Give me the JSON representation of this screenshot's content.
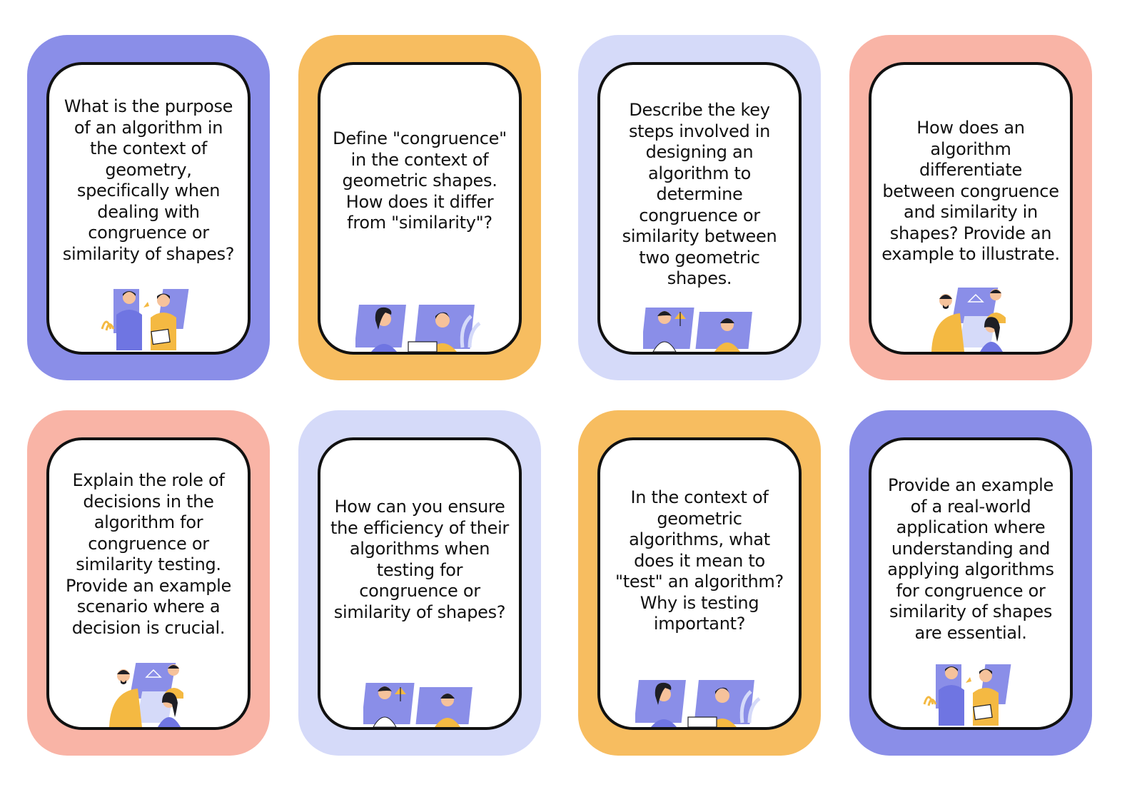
{
  "colors": {
    "periwinkle": "#8a8ee8",
    "orange": "#f7bd60",
    "lavender": "#d5daf9",
    "salmon": "#f9b4a6",
    "ink": "#111111",
    "shirt_blue": "#6f75e2",
    "shirt_yellow": "#f4b942",
    "skin": "#f6c29b",
    "hair": "#1e1e24"
  },
  "cards": [
    {
      "frame_color": "periwinkle",
      "illustration": "two-people-discussing-icon",
      "text": "What is the purpose\nof an algorithm in\nthe context of\ngeometry,\nspecifically when\ndealing with\ncongruence or\nsimilarity of shapes?"
    },
    {
      "frame_color": "orange",
      "illustration": "two-people-video-call-icon",
      "text": "Define \"congruence\"\nin the context of\ngeometric shapes.\nHow does it differ\nfrom \"similarity\"?"
    },
    {
      "frame_color": "lavender",
      "illustration": "online-lesson-icon",
      "text": "Describe the key\nsteps involved in\ndesigning an\nalgorithm to\ndetermine\ncongruence or\nsimilarity between\ntwo geometric\nshapes."
    },
    {
      "frame_color": "salmon",
      "illustration": "group-geometry-study-icon",
      "text": "How does an\nalgorithm\ndifferentiate\nbetween congruence\nand similarity in\nshapes? Provide an\nexample to illustrate."
    },
    {
      "frame_color": "salmon",
      "illustration": "group-geometry-study-icon",
      "text": "Explain the role of\ndecisions in the\nalgorithm for\ncongruence or\nsimilarity testing.\nProvide an example\nscenario where a\ndecision is crucial."
    },
    {
      "frame_color": "lavender",
      "illustration": "online-lesson-icon",
      "text": "How can you ensure\nthe efficiency of their\nalgorithms when\ntesting for\ncongruence or\nsimilarity of shapes?"
    },
    {
      "frame_color": "orange",
      "illustration": "two-people-video-call-icon",
      "text": "In the context of\ngeometric\nalgorithms, what\ndoes it mean to\n\"test\" an algorithm?\nWhy is testing\nimportant?"
    },
    {
      "frame_color": "periwinkle",
      "illustration": "two-people-discussing-icon",
      "text": "Provide an example\nof a real-world\napplication where\nunderstanding and\napplying algorithms\nfor congruence or\nsimilarity of shapes\nare essential."
    }
  ]
}
